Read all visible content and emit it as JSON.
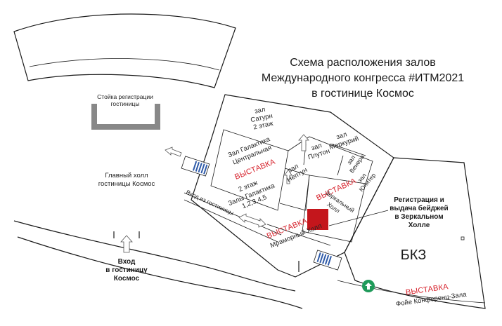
{
  "title": {
    "line1": "Схема расположения залов",
    "line2": "Международного конгресса #ИТМ2021",
    "line3": "в гостинице Космос"
  },
  "hotel": {
    "registration_desk_line1": "Стойка регистрации",
    "registration_desk_line2": "гостиницы",
    "main_hall_line1": "Главный холл",
    "main_hall_line2": "гостиницы Космос",
    "entrance_line1": "Вход",
    "entrance_line2": "в гостиницу",
    "entrance_line3": "Космос",
    "entrance_from_hotel": "Вход из гостиницы"
  },
  "halls": {
    "saturn_line1": "зал",
    "saturn_line2": "Сатурн",
    "saturn_line3": "2 этаж",
    "galaxy_central_line1": "Зал Галактика",
    "galaxy_central_line2": "Центральная",
    "galaxy_floor": "2 этаж",
    "galaxy_halls_line1": "Залы Галактика",
    "galaxy_halls_line2": "1,2,3,4,5",
    "mercury_line1": "зал",
    "mercury_line2": "Меркурий",
    "pluto_line1": "зал",
    "pluto_line2": "Плутон",
    "venus_line1": "зал",
    "venus_line2": "Венера",
    "jupiter_line1": "зал",
    "jupiter_line2": "Юпитер",
    "neptune_line1": "зал",
    "neptune_line2": "Нептун",
    "mirror_hall_line1": "Зеркальный",
    "mirror_hall_line2": "Холл",
    "marble_hall": "Мраморный Холл",
    "bkz": "БКЗ",
    "conference_foyer": "Фойе Конференц-Зала"
  },
  "exhibition_label": "ВЫСТАВКА",
  "badge_info": {
    "line1": "Регистрация и",
    "line2": "выдача бейджей",
    "line3": "в Зеркальном",
    "line4": "Холле"
  },
  "colors": {
    "exhibition_text": "#d6202a",
    "registration_marker": "#c4161c",
    "escalator_blue": "#2e5aa8",
    "exit_green": "#1f9a5a"
  }
}
